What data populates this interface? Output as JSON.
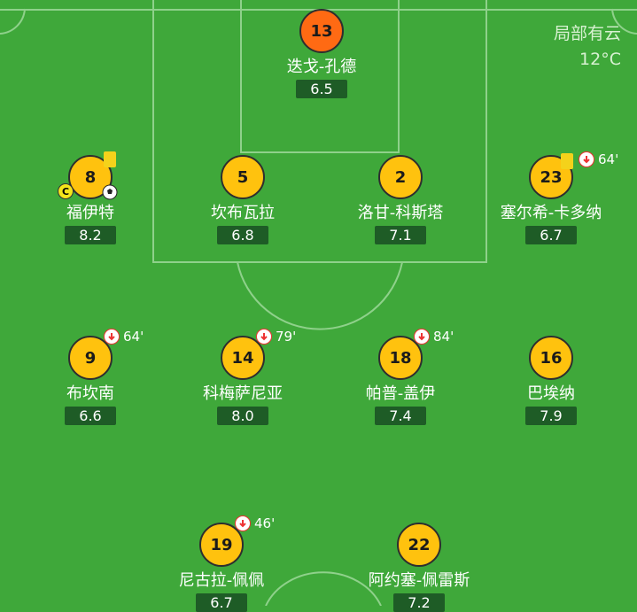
{
  "weather": {
    "condition": "局部有云",
    "temperature": "12°C"
  },
  "colors": {
    "pitch": "#3fa83a",
    "player": "#ffc20e",
    "top_player": "#ff6a13",
    "rating_bg": "#1e5c26"
  },
  "players": [
    {
      "number": "13",
      "name": "迭戈-孔德",
      "rating": "6.5",
      "highlight": "top"
    },
    {
      "number": "8",
      "name": "福伊特",
      "rating": "8.2",
      "captain": "C",
      "yellow_card": true,
      "goal": true
    },
    {
      "number": "5",
      "name": "坎布瓦拉",
      "rating": "6.8"
    },
    {
      "number": "2",
      "name": "洛甘-科斯塔",
      "rating": "7.1"
    },
    {
      "number": "23",
      "name": "塞尔希-卡多纳",
      "rating": "6.7",
      "yellow_card": true,
      "sub_minute": "64'"
    },
    {
      "number": "9",
      "name": "布坎南",
      "rating": "6.6",
      "sub_minute": "64'"
    },
    {
      "number": "14",
      "name": "科梅萨尼亚",
      "rating": "8.0",
      "sub_minute": "79'"
    },
    {
      "number": "18",
      "name": "帕普-盖伊",
      "rating": "7.4",
      "sub_minute": "84'"
    },
    {
      "number": "16",
      "name": "巴埃纳",
      "rating": "7.9"
    },
    {
      "number": "19",
      "name": "尼古拉-佩佩",
      "rating": "6.7",
      "sub_minute": "46'"
    },
    {
      "number": "22",
      "name": "阿约塞-佩雷斯",
      "rating": "7.2"
    }
  ]
}
